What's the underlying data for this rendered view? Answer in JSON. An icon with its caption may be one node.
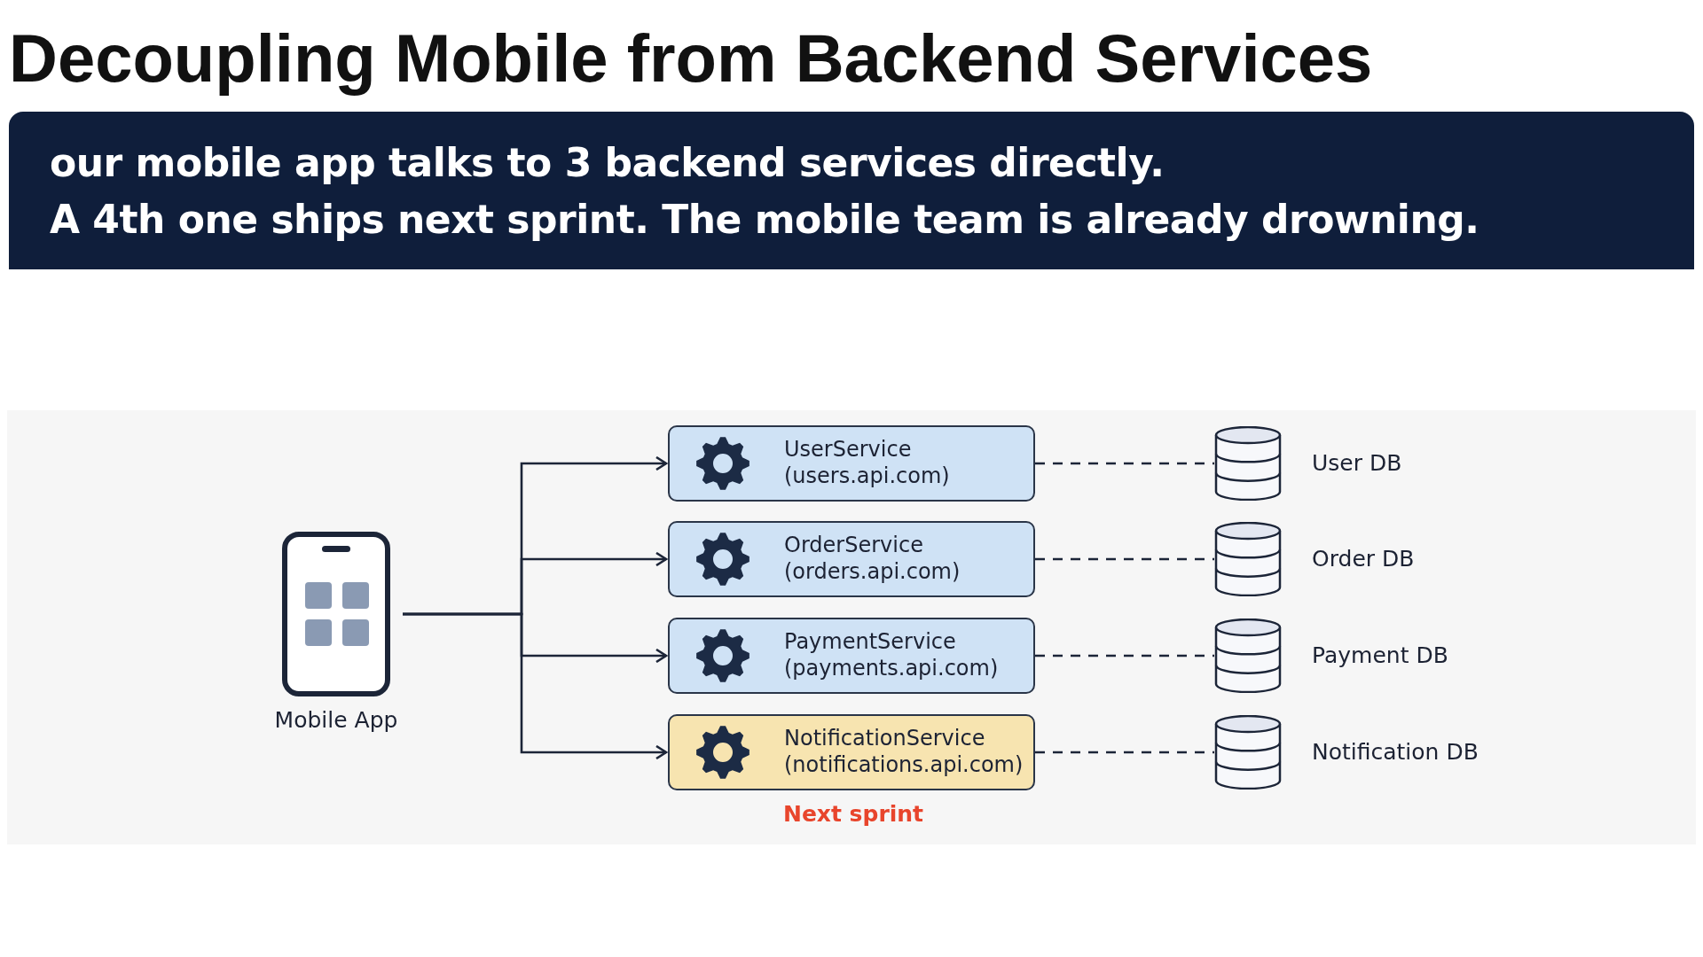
{
  "diagram": {
    "title": "Decoupling Mobile from Backend Services",
    "nodes": [
      {
        "text": [
          "Mobile App"
        ]
      },
      {
        "text": [
          "UserService",
          "(users.api.com)"
        ]
      },
      {
        "text": [
          "OrderService",
          "(orders.api.com)"
        ]
      },
      {
        "text": [
          "PaymentService",
          "(payments.api.com)"
        ]
      },
      {
        "text": [
          "NotificationService",
          "(notifications.api.com)"
        ],
        "beside": [
          "Next sprint"
        ]
      },
      {
        "text": [
          "User DB"
        ]
      },
      {
        "text": [
          "Order DB"
        ]
      },
      {
        "text": [
          "Payment DB"
        ]
      },
      {
        "text": [
          "Notification DB"
        ]
      }
    ],
    "edges": [
      {
        "from": 0,
        "to": 1,
        "arrow": "to"
      },
      {
        "from": 0,
        "to": 2,
        "arrow": "to"
      },
      {
        "from": 0,
        "to": 3,
        "arrow": "to"
      },
      {
        "from": 0,
        "to": 4,
        "arrow": "to"
      },
      {
        "from": 1,
        "to": 5,
        "arrow": "none",
        "style": "dashed"
      },
      {
        "from": 2,
        "to": 6,
        "arrow": "none",
        "style": "dashed"
      },
      {
        "from": 3,
        "to": 7,
        "arrow": "none",
        "style": "dashed"
      },
      {
        "from": 4,
        "to": 8,
        "arrow": "none",
        "style": "dashed"
      }
    ],
    "labels": [
      "our mobile app talks to 3 backend services directly.",
      "A 4th one ships next sprint. The mobile team is already drowning."
    ]
  }
}
